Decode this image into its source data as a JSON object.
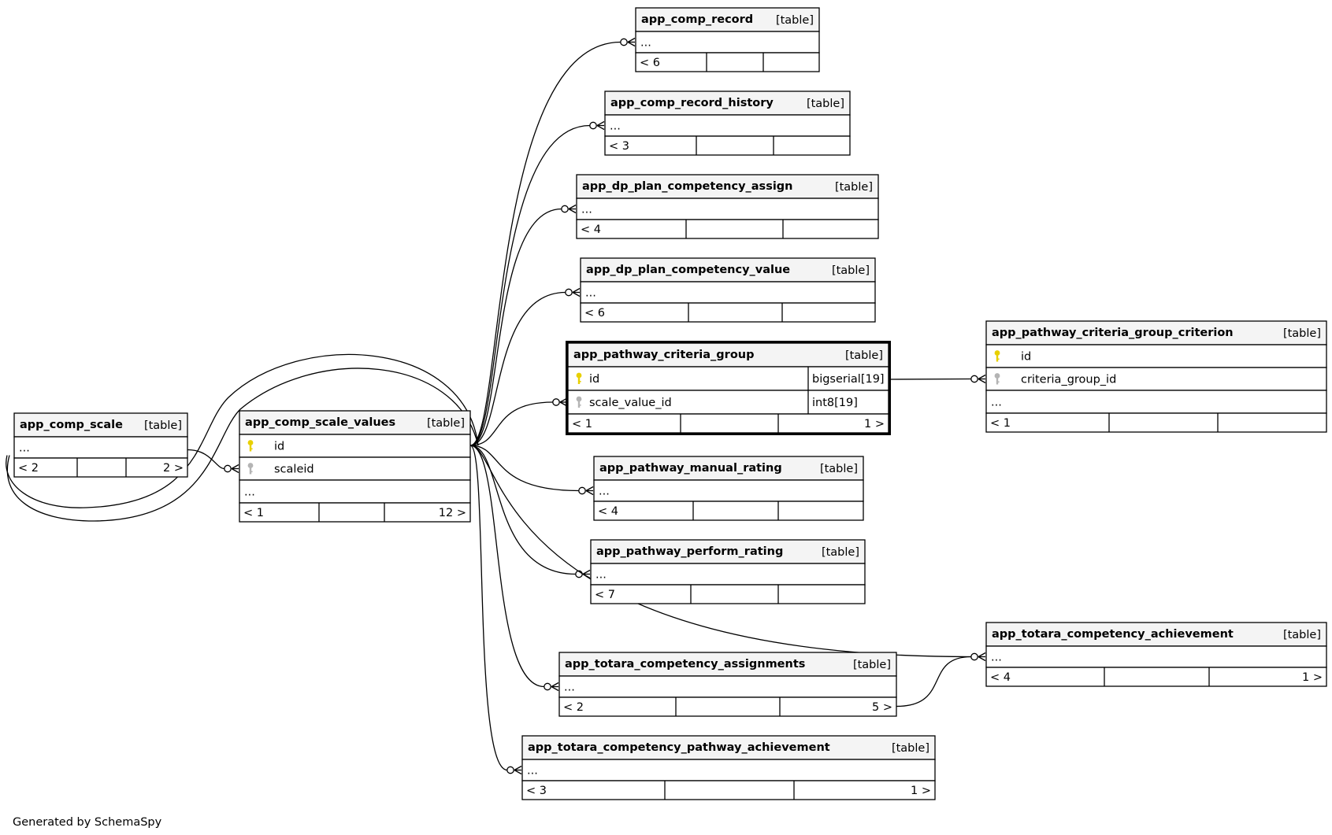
{
  "footer": "Generated by SchemaSpy",
  "colors": {
    "pk_key": "#e8d000",
    "fk_key": "#b4b4b4",
    "header_bg": "#f4f4f4"
  },
  "tables": [
    {
      "id": "app_comp_record",
      "name": "app_comp_record",
      "kind": "[table]",
      "rows": [
        {
          "text": "..."
        }
      ],
      "nav": {
        "left": "< 6",
        "right": ""
      }
    },
    {
      "id": "app_comp_record_history",
      "name": "app_comp_record_history",
      "kind": "[table]",
      "rows": [
        {
          "text": "..."
        }
      ],
      "nav": {
        "left": "< 3",
        "right": ""
      }
    },
    {
      "id": "app_dp_plan_competency_assign",
      "name": "app_dp_plan_competency_assign",
      "kind": "[table]",
      "rows": [
        {
          "text": "..."
        }
      ],
      "nav": {
        "left": "< 4",
        "right": ""
      }
    },
    {
      "id": "app_dp_plan_competency_value",
      "name": "app_dp_plan_competency_value",
      "kind": "[table]",
      "rows": [
        {
          "text": "..."
        }
      ],
      "nav": {
        "left": "< 6",
        "right": ""
      }
    },
    {
      "id": "app_pathway_criteria_group",
      "name": "app_pathway_criteria_group",
      "kind": "[table]",
      "focus": true,
      "rows": [
        {
          "text": "id",
          "type": "bigserial[19]",
          "icon": "primary-key-icon"
        },
        {
          "text": "scale_value_id",
          "type": "int8[19]",
          "icon": "foreign-key-icon"
        }
      ],
      "nav": {
        "left": "< 1",
        "right": "1 >"
      }
    },
    {
      "id": "app_pathway_criteria_group_criterion",
      "name": "app_pathway_criteria_group_criterion",
      "kind": "[table]",
      "rows": [
        {
          "text": "id",
          "icon": "primary-key-icon"
        },
        {
          "text": "criteria_group_id",
          "icon": "foreign-key-icon"
        },
        {
          "text": "..."
        }
      ],
      "nav": {
        "left": "< 1",
        "right": ""
      }
    },
    {
      "id": "app_comp_scale",
      "name": "app_comp_scale",
      "kind": "[table]",
      "rows": [
        {
          "text": "..."
        }
      ],
      "nav": {
        "left": "< 2",
        "right": "2 >"
      }
    },
    {
      "id": "app_comp_scale_values",
      "name": "app_comp_scale_values",
      "kind": "[table]",
      "rows": [
        {
          "text": "id",
          "icon": "primary-key-icon"
        },
        {
          "text": "scaleid",
          "icon": "foreign-key-icon"
        },
        {
          "text": "..."
        }
      ],
      "nav": {
        "left": "< 1",
        "right": "12 >"
      }
    },
    {
      "id": "app_pathway_manual_rating",
      "name": "app_pathway_manual_rating",
      "kind": "[table]",
      "rows": [
        {
          "text": "..."
        }
      ],
      "nav": {
        "left": "< 4",
        "right": ""
      }
    },
    {
      "id": "app_pathway_perform_rating",
      "name": "app_pathway_perform_rating",
      "kind": "[table]",
      "rows": [
        {
          "text": "..."
        }
      ],
      "nav": {
        "left": "< 7",
        "right": ""
      }
    },
    {
      "id": "app_totara_competency_achievement",
      "name": "app_totara_competency_achievement",
      "kind": "[table]",
      "rows": [
        {
          "text": "..."
        }
      ],
      "nav": {
        "left": "< 4",
        "right": "1 >"
      }
    },
    {
      "id": "app_totara_competency_assignments",
      "name": "app_totara_competency_assignments",
      "kind": "[table]",
      "rows": [
        {
          "text": "..."
        }
      ],
      "nav": {
        "left": "< 2",
        "right": "5 >"
      }
    },
    {
      "id": "app_totara_competency_pathway_achievement",
      "name": "app_totara_competency_pathway_achievement",
      "kind": "[table]",
      "rows": [
        {
          "text": "..."
        }
      ],
      "nav": {
        "left": "< 3",
        "right": "1 >"
      }
    }
  ]
}
